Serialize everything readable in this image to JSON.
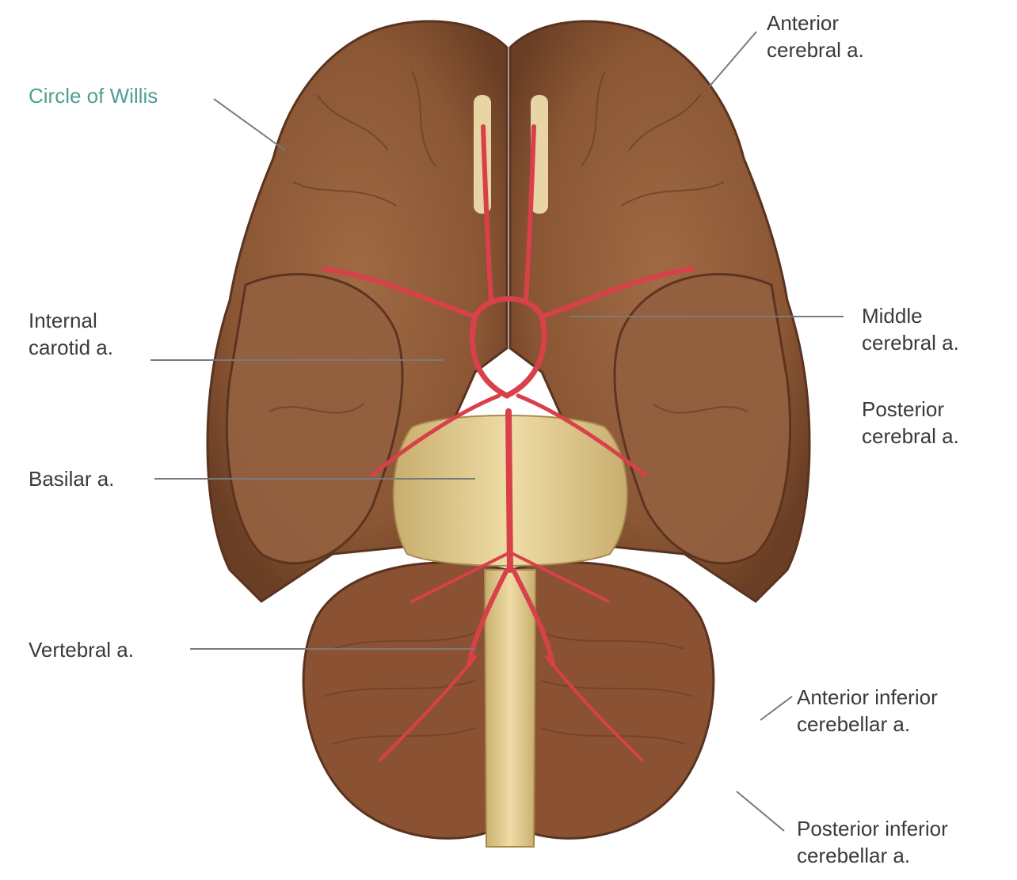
{
  "colors": {
    "background": "#ffffff",
    "brain_tissue": "#8f5a38",
    "brain_dark": "#5a3320",
    "artery": "#d8404a",
    "brainstem": "#e6d29a",
    "label_text": "#3a3a3a",
    "highlight_label": "#4f9f92",
    "leader_line": "#7a7a7a"
  },
  "labels": {
    "circle_of_willis": "Circle of Willis",
    "anterior_cerebral": {
      "line1": "Anterior",
      "line2": "cerebral a."
    },
    "internal_carotid": {
      "line1": "Internal",
      "line2": "carotid a."
    },
    "middle_cerebral": {
      "line1": "Middle",
      "line2": "cerebral a."
    },
    "posterior_cerebral": {
      "line1": "Posterior",
      "line2": "cerebral a."
    },
    "basilar": "Basilar a.",
    "vertebral": "Vertebral a.",
    "anterior_inferior_cerebellar": {
      "line1": "Anterior inferior",
      "line2": "cerebellar a."
    },
    "posterior_inferior_cerebellar": {
      "line1": "Posterior inferior",
      "line2": "cerebellar a."
    }
  }
}
